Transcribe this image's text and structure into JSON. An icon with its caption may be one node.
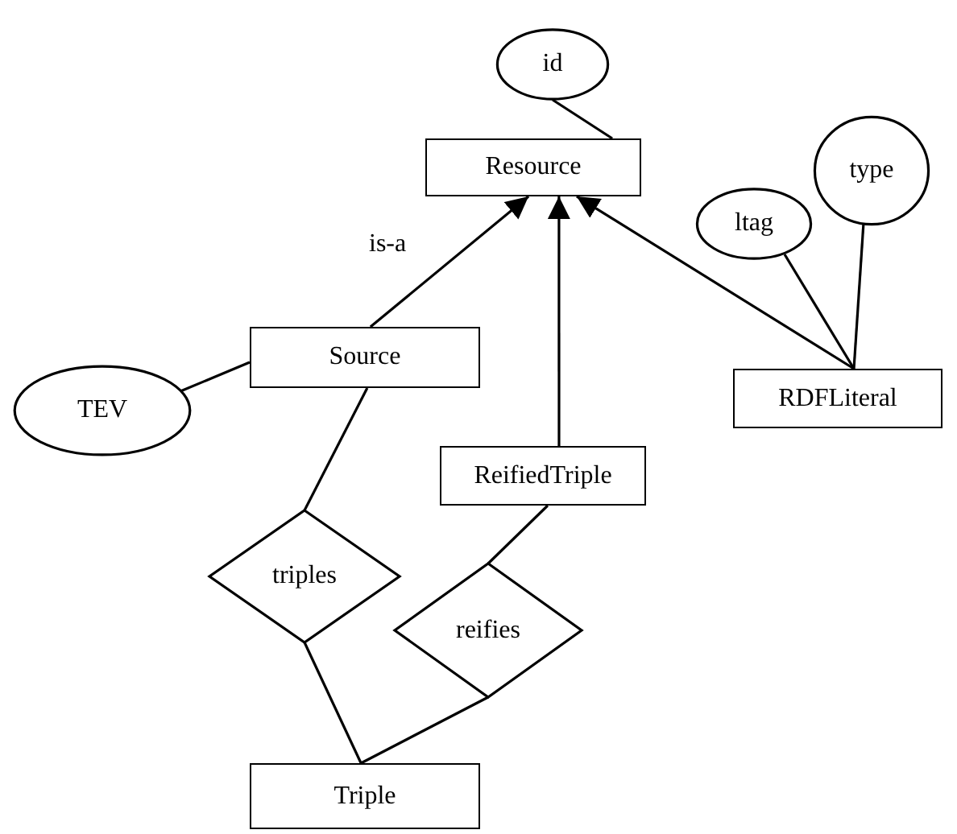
{
  "diagram": {
    "nodes": [
      {
        "text": [
          "id"
        ]
      },
      {
        "text": [
          "Resource"
        ]
      },
      {
        "text": [
          "type"
        ]
      },
      {
        "text": [
          "ltag"
        ]
      },
      {
        "text": [
          "Source"
        ]
      },
      {
        "text": [
          "TEV"
        ]
      },
      {
        "text": [
          "RDFLiteral"
        ]
      },
      {
        "text": [
          "ReifiedTriple"
        ]
      },
      {
        "text": [
          "triples"
        ]
      },
      {
        "text": [
          "reifies"
        ]
      },
      {
        "text": [
          "Triple"
        ]
      }
    ],
    "edges": [
      {
        "from": 0,
        "to": 1,
        "arrow": "none"
      },
      {
        "from": 4,
        "to": 1,
        "arrow": "to",
        "label": "is-a"
      },
      {
        "from": 7,
        "to": 1,
        "arrow": "to"
      },
      {
        "from": 6,
        "to": 1,
        "arrow": "to"
      },
      {
        "from": 3,
        "to": 6,
        "arrow": "none"
      },
      {
        "from": 2,
        "to": 6,
        "arrow": "none"
      },
      {
        "from": 5,
        "to": 4,
        "arrow": "none"
      },
      {
        "from": 4,
        "to": 8,
        "arrow": "none"
      },
      {
        "from": 8,
        "to": 10,
        "arrow": "none"
      },
      {
        "from": 7,
        "to": 9,
        "arrow": "none"
      },
      {
        "from": 9,
        "to": 10,
        "arrow": "none"
      }
    ]
  }
}
